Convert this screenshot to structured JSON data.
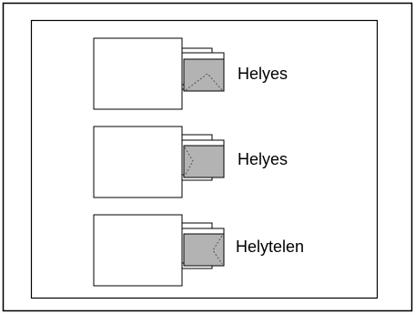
{
  "options": [
    {
      "label": "Helyes",
      "fold": "bottom-left"
    },
    {
      "label": "Helyes",
      "fold": "left"
    },
    {
      "label": "Helytelen",
      "fold": "right"
    }
  ],
  "colors": {
    "line": "#000000",
    "paper": "#ffffff",
    "envelope": "#b3b3b3",
    "fold_line": "#555555"
  }
}
